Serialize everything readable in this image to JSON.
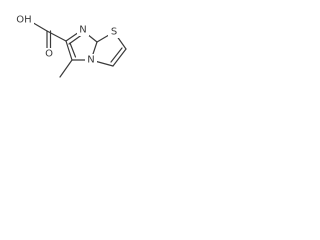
{
  "structure": {
    "atoms": [
      {
        "id": "oh",
        "element": "O",
        "label": "OH"
      },
      {
        "id": "o",
        "element": "O",
        "label": "O"
      },
      {
        "id": "n_im",
        "element": "N",
        "label": "N"
      },
      {
        "id": "n_br",
        "element": "N",
        "label": "N"
      },
      {
        "id": "s",
        "element": "S",
        "label": "S"
      }
    ]
  },
  "colors": {
    "bond": "#3a3a3a",
    "label": "#3a3a3a",
    "background": "#ffffff"
  }
}
